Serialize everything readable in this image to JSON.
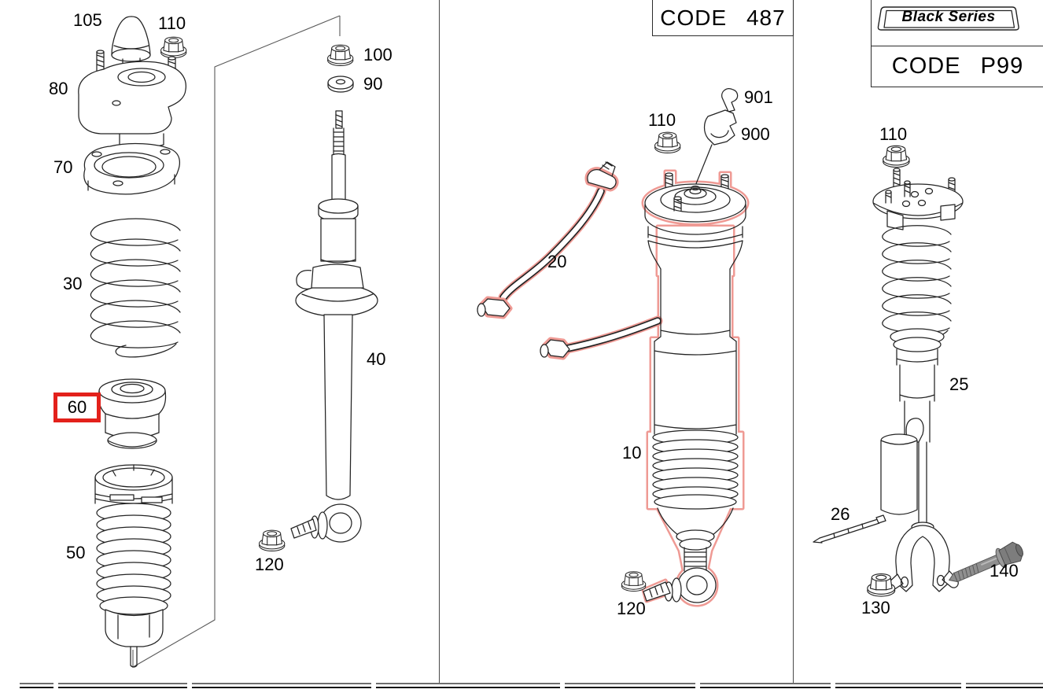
{
  "diagram_type": "suspension-exploded-parts-diagram",
  "sections": [
    {
      "id": "standard-suspension",
      "code": null,
      "callouts": {
        "c105": "105",
        "c110": "110",
        "c80": "80",
        "c70": "70",
        "c30": "30",
        "c60": "60",
        "c50": "50",
        "c100": "100",
        "c90": "90",
        "c40": "40",
        "c120": "120"
      },
      "highlighted_callout": "60"
    },
    {
      "id": "code-487-suspension",
      "code": "CODE 487",
      "callouts": {
        "c110": "110",
        "c901": "901",
        "c900": "900",
        "c20": "20",
        "c10": "10",
        "c120": "120"
      },
      "part_outline_color": "#ef9a94"
    },
    {
      "id": "code-p99-black-series-suspension",
      "code": "CODE P99",
      "badge": "Black Series",
      "callouts": {
        "c110": "110",
        "c25": "25",
        "c26": "26",
        "c130": "130",
        "c140": "140"
      }
    }
  ],
  "highlight": {
    "part": "60",
    "box_color": "#e3211b"
  }
}
